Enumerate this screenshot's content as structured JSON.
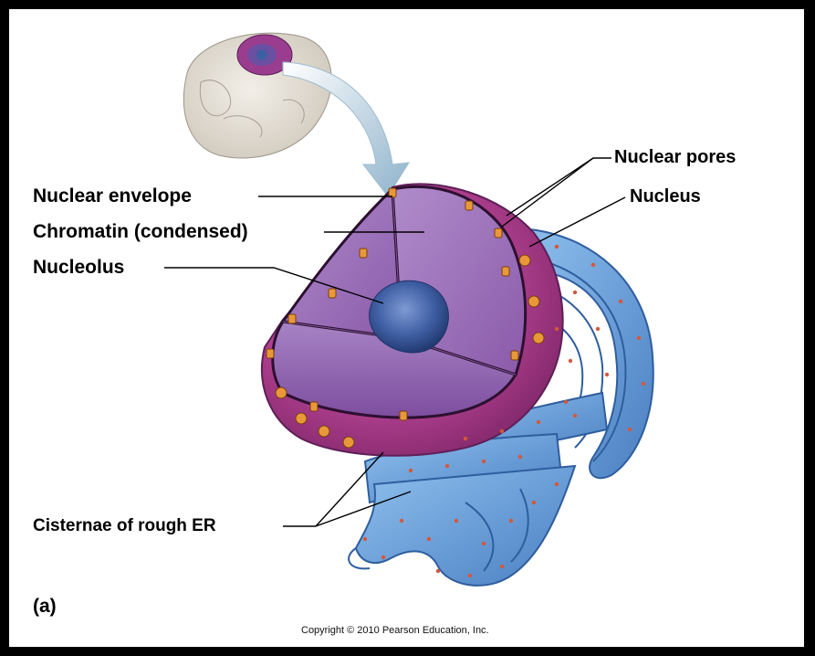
{
  "labels": {
    "nuclear_envelope": "Nuclear envelope",
    "chromatin": "Chromatin (condensed)",
    "nucleolus": "Nucleolus",
    "nuclear_pores": "Nuclear pores",
    "nucleus": "Nucleus",
    "cisternae": "Cisternae of rough ER"
  },
  "panel_label": "(a)",
  "copyright": "Copyright © 2010 Pearson Education, Inc.",
  "colors": {
    "frame": "#000000",
    "background": "#ffffff",
    "nucleus_outer": "#b0408f",
    "chromatin": "#9a6bb8",
    "nucleolus": "#3f5fa3",
    "er": "#6a9fd8",
    "ribosome": "#d4583a",
    "pore": "#e89838"
  }
}
